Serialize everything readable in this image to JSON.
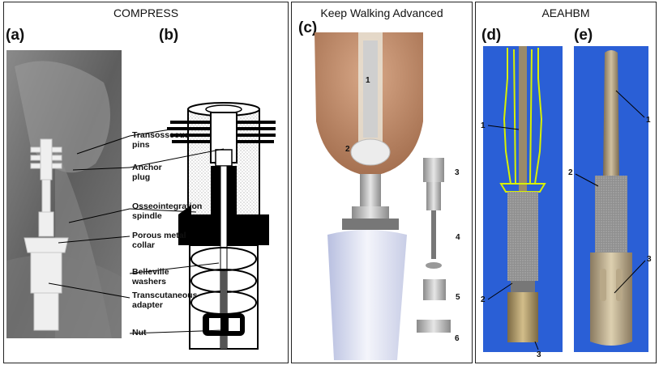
{
  "groups": [
    {
      "title": "COMPRESS"
    },
    {
      "title": "Keep Walking Advanced"
    },
    {
      "title": "AEAHBM"
    }
  ],
  "panels": [
    {
      "label": "(a)"
    },
    {
      "label": "(b)"
    },
    {
      "label": "(c)"
    },
    {
      "label": "(d)"
    },
    {
      "label": "(e)"
    }
  ],
  "callouts": [
    {
      "text": "Transosseous\npins"
    },
    {
      "text": "Anchor\nplug"
    },
    {
      "text": "Osseointegration\nspindle"
    },
    {
      "text": "Porous metal\ncollar"
    },
    {
      "text": "Belleville\nwashers"
    },
    {
      "text": "Transcutaneous\nadapter"
    },
    {
      "text": "Nut"
    }
  ],
  "numbers_c": [
    "1",
    "2",
    "3",
    "4",
    "5",
    "6"
  ],
  "numbers_d": [
    "1",
    "2",
    "3"
  ],
  "numbers_e": [
    "1",
    "2",
    "3"
  ],
  "colors": {
    "xray_bg": "#6f6f6f",
    "skin": "#b98a6a",
    "blue_bg": "#2a5fd6",
    "metal": "#b9b9b9",
    "porous": "#8d8d8d",
    "overlay": "#d8f000"
  }
}
